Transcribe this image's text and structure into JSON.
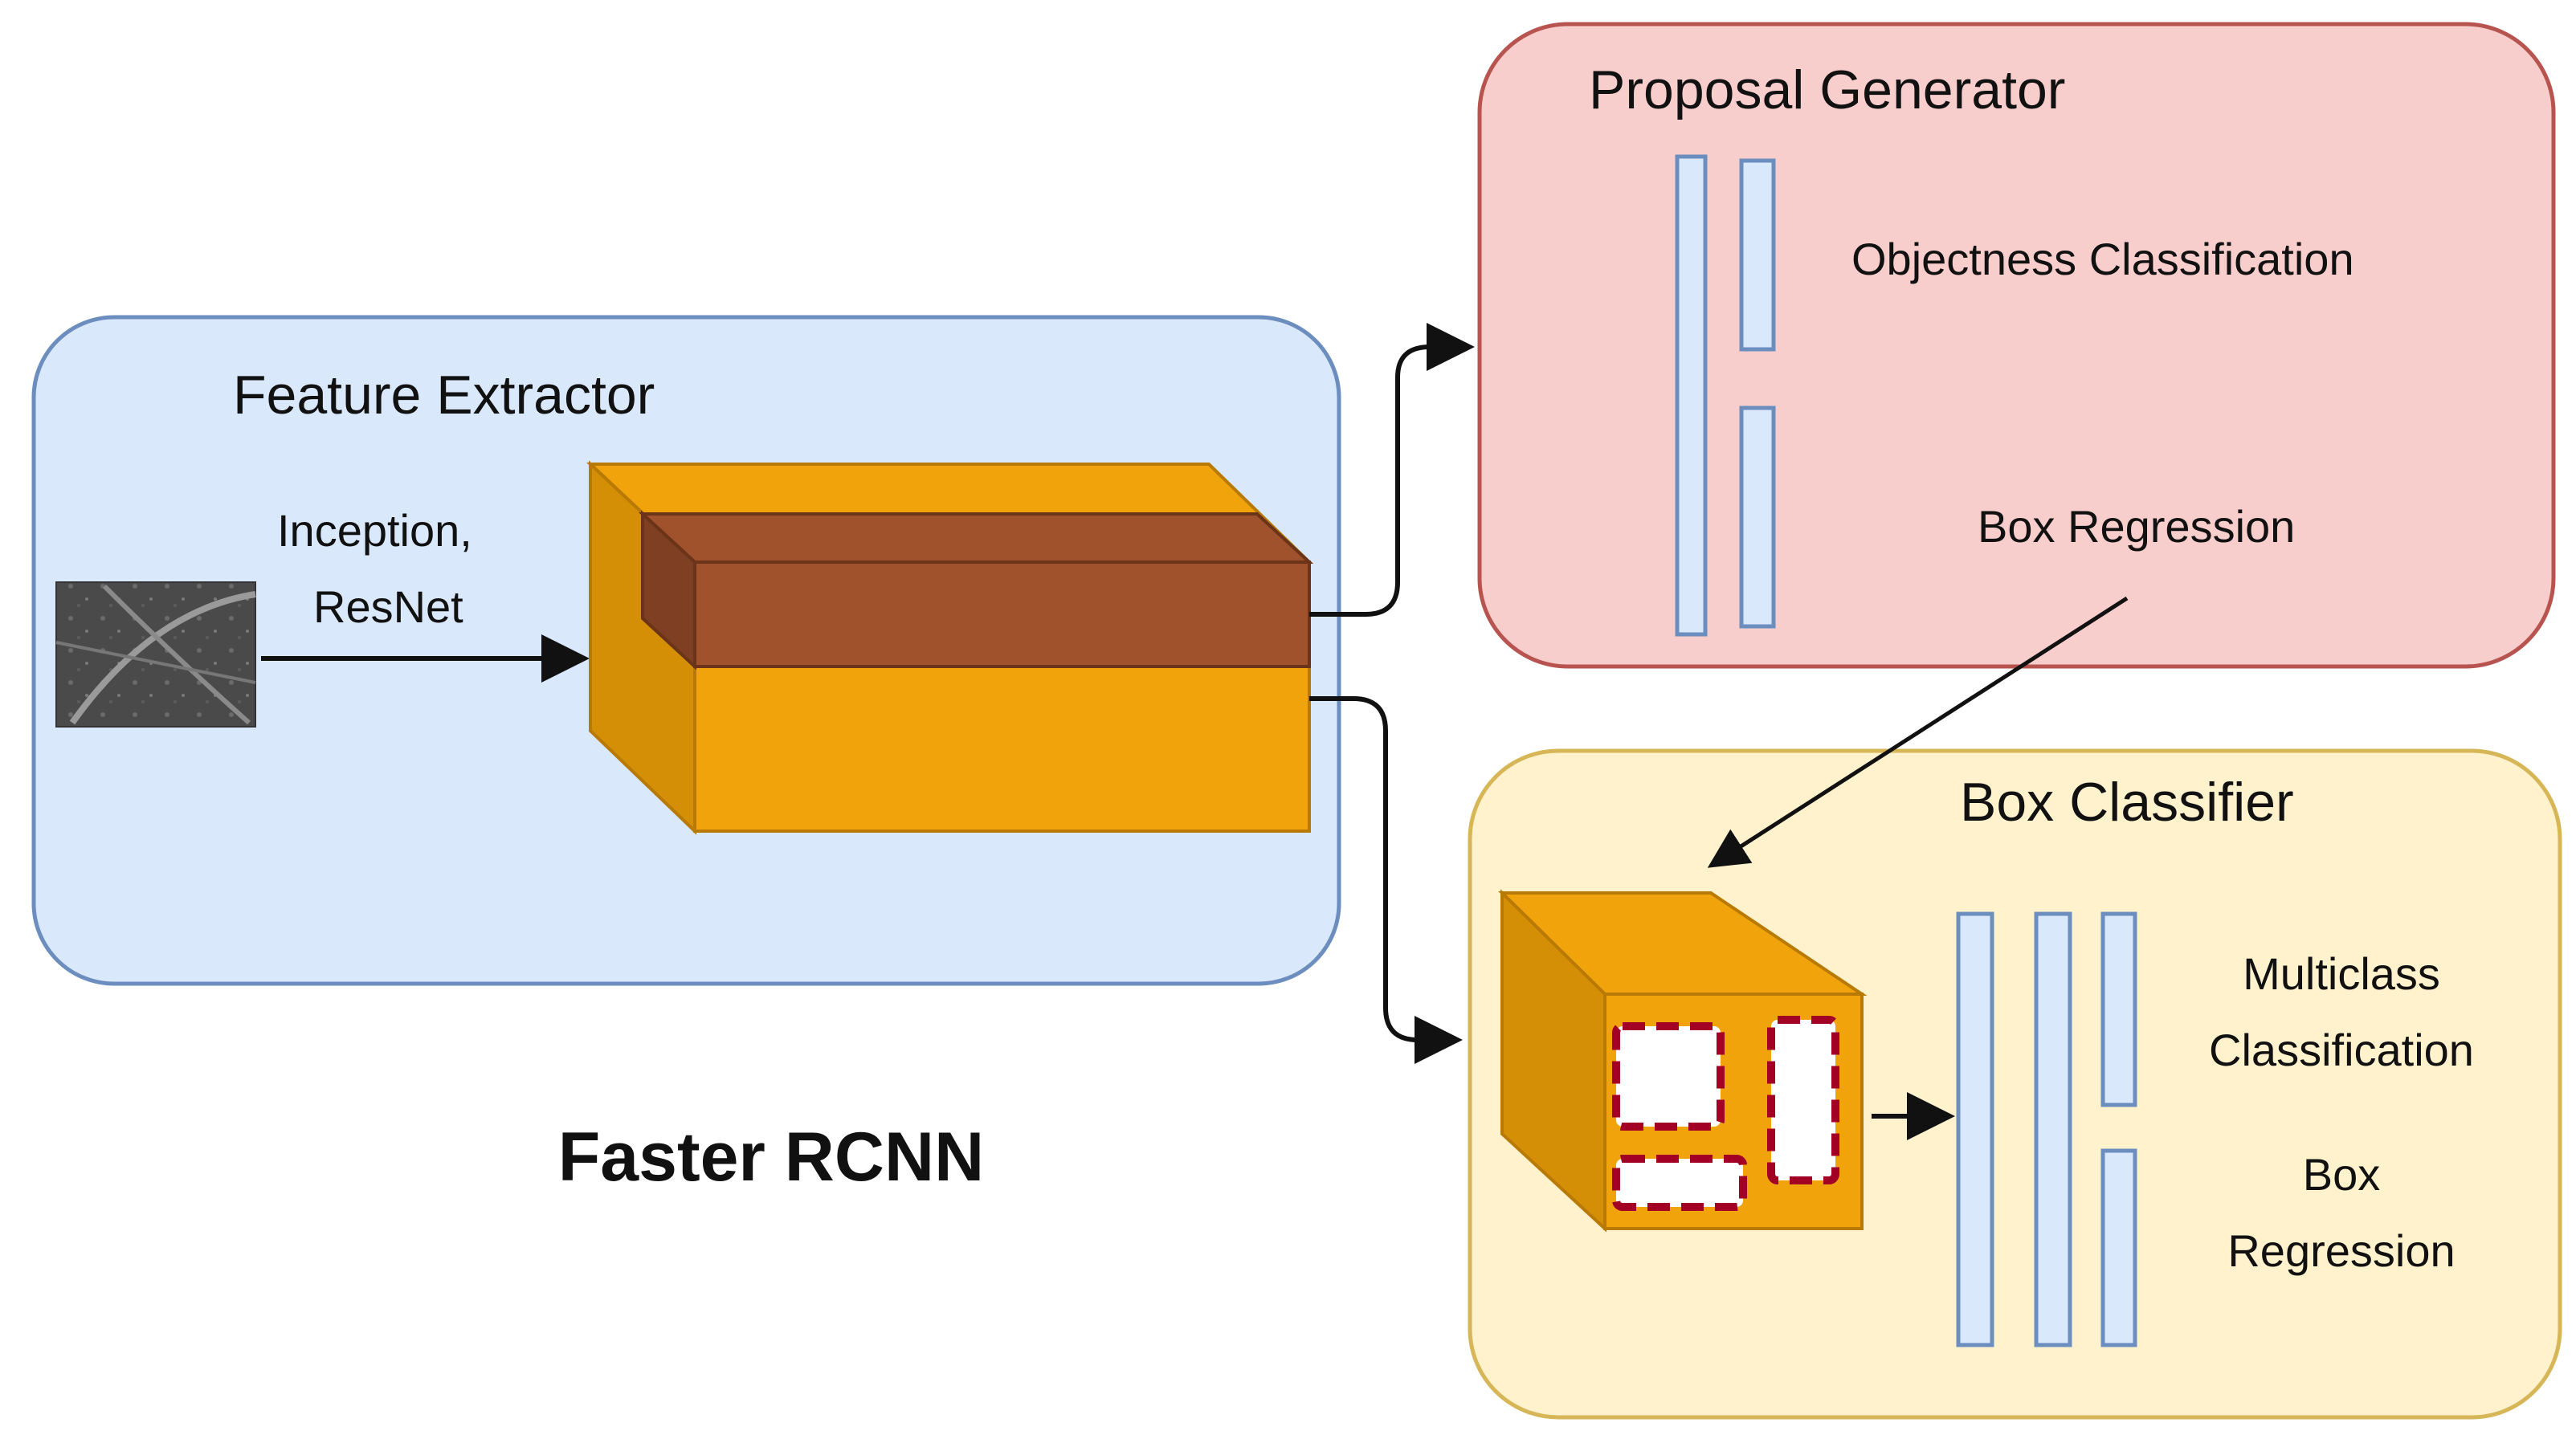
{
  "title": "Faster RCNN",
  "feature_extractor": {
    "title": "Feature Extractor",
    "input_label_line1": "Inception,",
    "input_label_line2": "ResNet",
    "fill": "#dae8fc",
    "stroke": "#6c8ebf"
  },
  "proposal_generator": {
    "title": "Proposal Generator",
    "objectness_label": "Objectness Classification",
    "box_regression_label": "Box Regression",
    "fill": "#f8cecc",
    "stroke": "#b85450"
  },
  "box_classifier": {
    "title": "Box Classifier",
    "multiclass_line1": "Multiclass",
    "multiclass_line2": "Classification",
    "box_line1": "Box",
    "box_line2": "Regression",
    "fill": "#fff2cc",
    "stroke": "#d6b656"
  },
  "colors": {
    "block_orange": "#f0a30a",
    "block_orange_dark": "#d48f07",
    "block_brown": "#a0522d",
    "block_brown_dark": "#7f3f22",
    "layer_fill": "#dae8fc",
    "layer_stroke": "#6c8ebf",
    "roi_dash": "#a20025"
  }
}
